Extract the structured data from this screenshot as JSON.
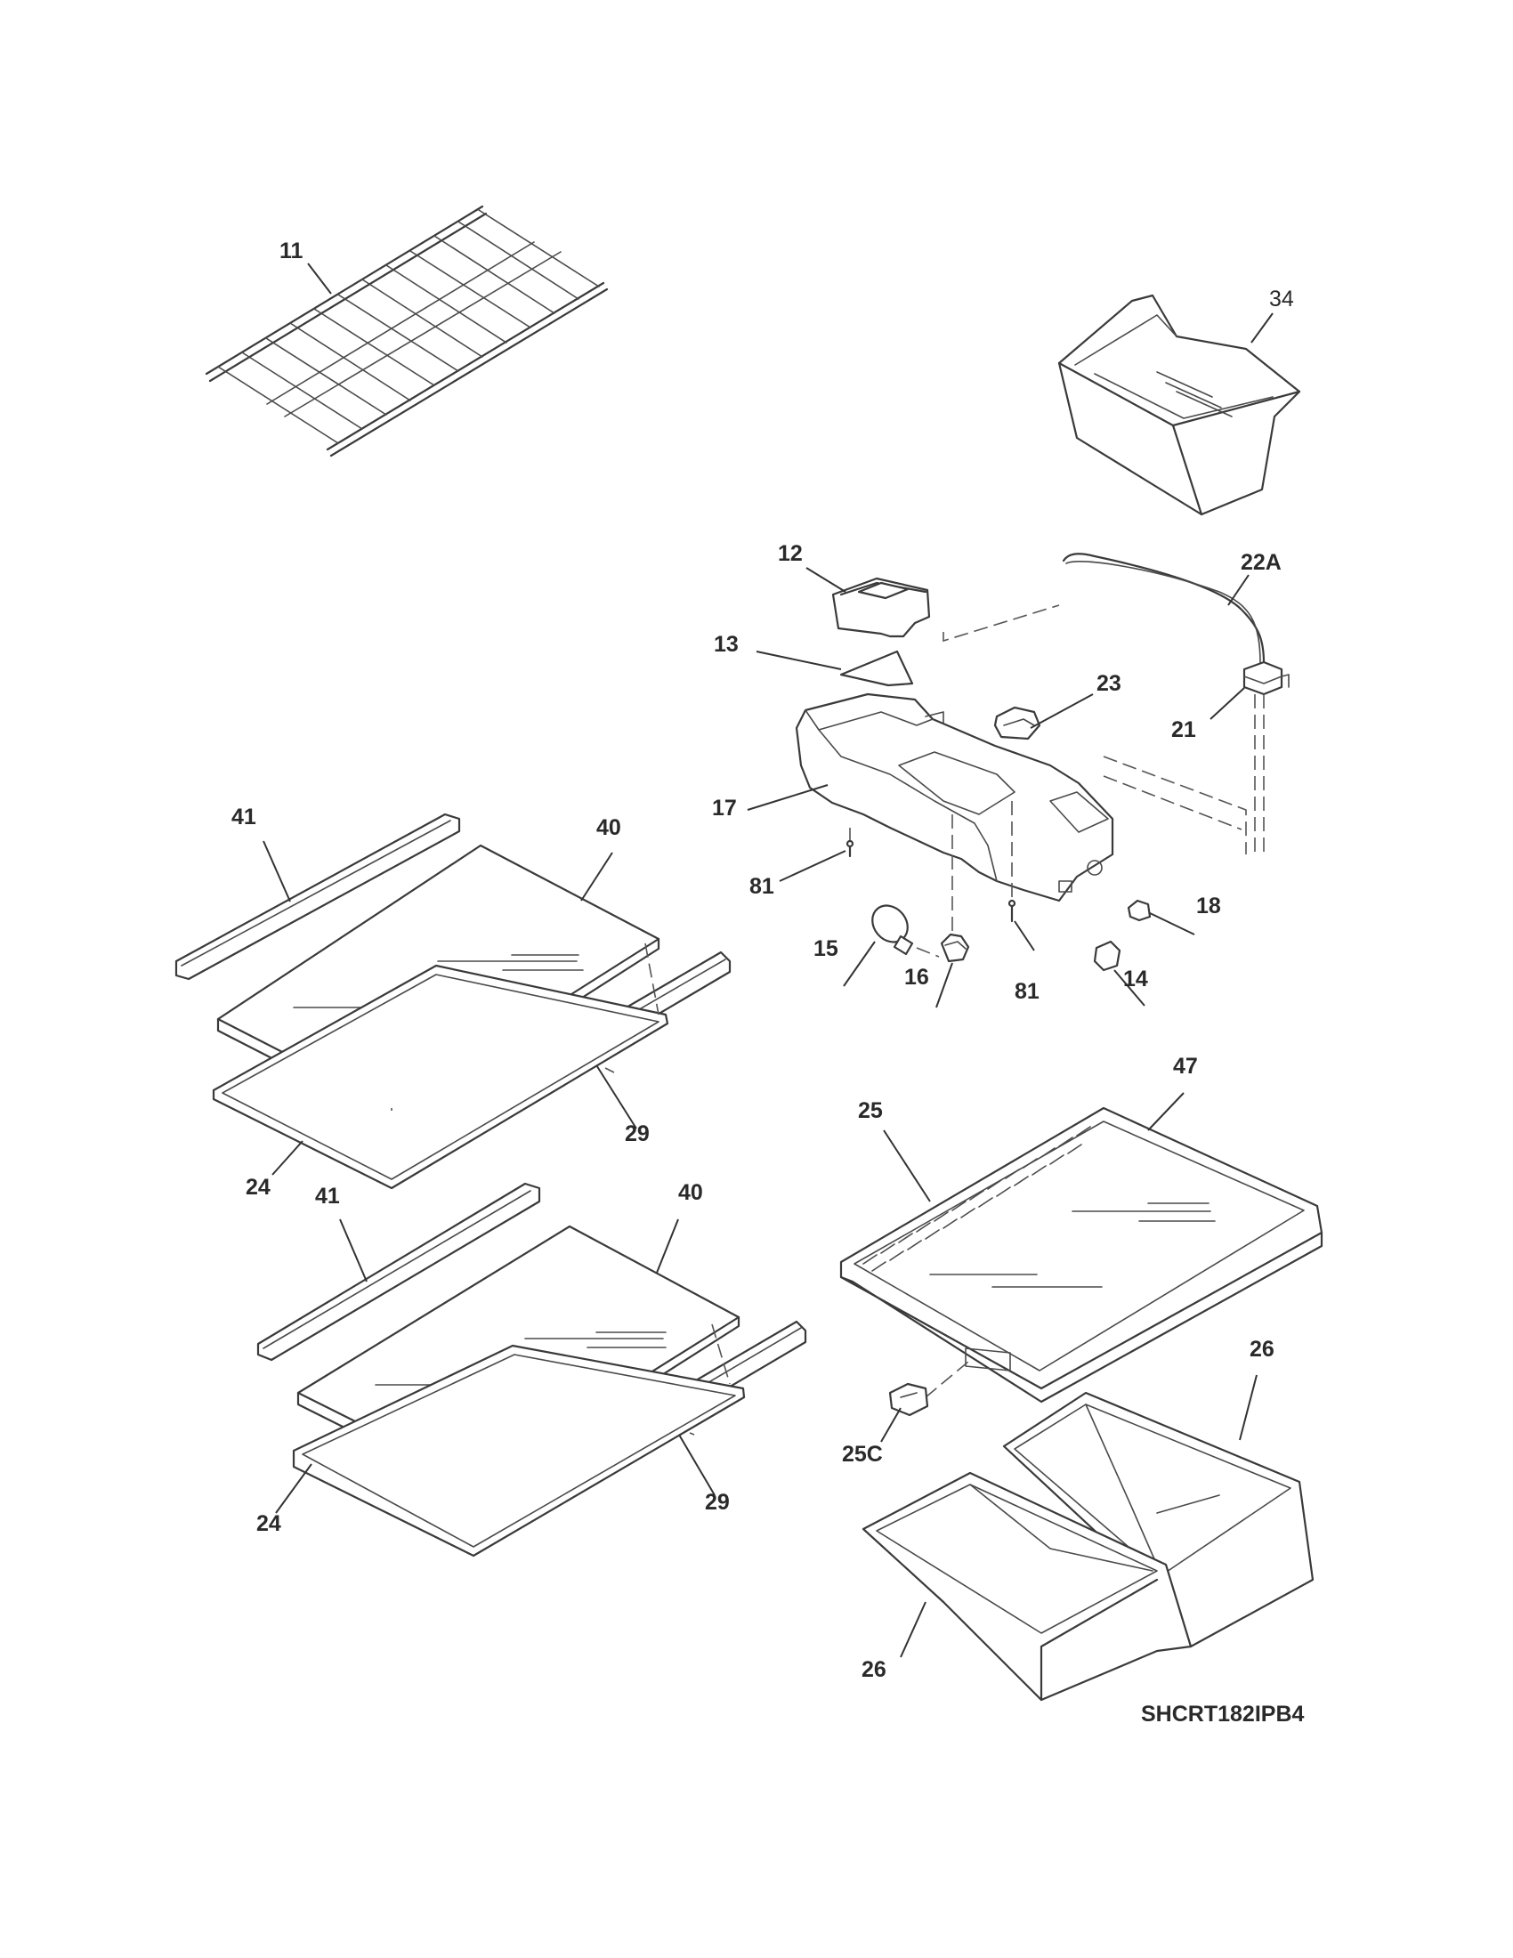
{
  "diagram": {
    "code": "SHCRT182IPB4",
    "callouts": [
      {
        "id": "11",
        "text": "11"
      },
      {
        "id": "34",
        "text": "34"
      },
      {
        "id": "12",
        "text": "12"
      },
      {
        "id": "22A",
        "text": "22A"
      },
      {
        "id": "13",
        "text": "13"
      },
      {
        "id": "23",
        "text": "23"
      },
      {
        "id": "21",
        "text": "21"
      },
      {
        "id": "17",
        "text": "17"
      },
      {
        "id": "81a",
        "text": "81"
      },
      {
        "id": "15",
        "text": "15"
      },
      {
        "id": "16",
        "text": "16"
      },
      {
        "id": "81b",
        "text": "81"
      },
      {
        "id": "18",
        "text": "18"
      },
      {
        "id": "14",
        "text": "14"
      },
      {
        "id": "41a",
        "text": "41"
      },
      {
        "id": "40a",
        "text": "40"
      },
      {
        "id": "29a",
        "text": "29"
      },
      {
        "id": "24a",
        "text": "24"
      },
      {
        "id": "41b",
        "text": "41"
      },
      {
        "id": "40b",
        "text": "40"
      },
      {
        "id": "29b",
        "text": "29"
      },
      {
        "id": "24b",
        "text": "24"
      },
      {
        "id": "47",
        "text": "47"
      },
      {
        "id": "25",
        "text": "25"
      },
      {
        "id": "26a",
        "text": "26"
      },
      {
        "id": "25C",
        "text": "25C"
      },
      {
        "id": "26b",
        "text": "26"
      }
    ]
  }
}
